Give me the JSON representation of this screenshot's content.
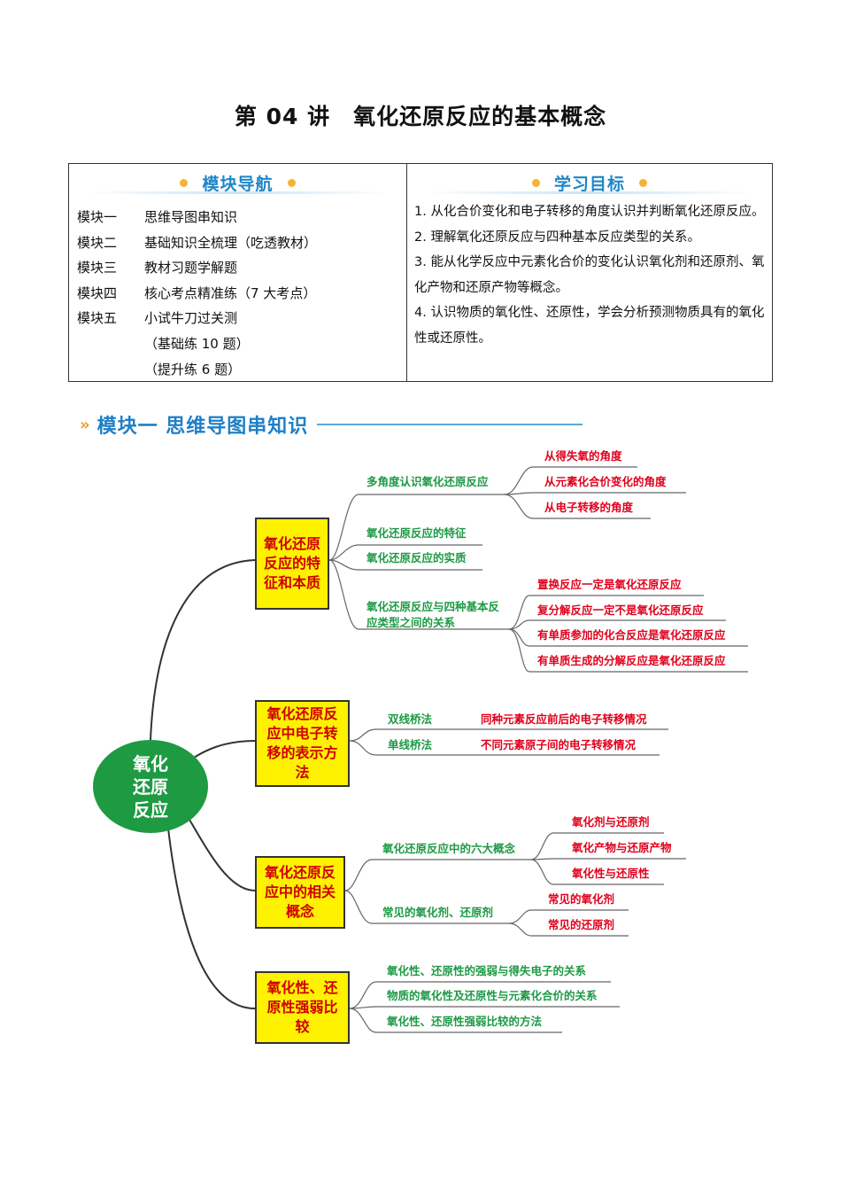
{
  "title": "第 04 讲　氧化还原反应的基本概念",
  "nav": {
    "heading": "模块导航",
    "items": [
      {
        "key": "模块一",
        "text": "思维导图串知识"
      },
      {
        "key": "模块二",
        "text": "基础知识全梳理（吃透教材）"
      },
      {
        "key": "模块三",
        "text": "教材习题学解题"
      },
      {
        "key": "模块四",
        "text": "核心考点精准练（7 大考点）"
      },
      {
        "key": "模块五",
        "text": "小试牛刀过关测"
      },
      {
        "key": "",
        "text": "（基础练 10 题）"
      },
      {
        "key": "",
        "text": "（提升练 6 题）"
      }
    ]
  },
  "goals": {
    "heading": "学习目标",
    "items": [
      "1. 从化合价变化和电子转移的角度认识并判断氧化还原反应。",
      "2. 理解氧化还原反应与四种基本反应类型的关系。",
      "3. 能从化学反应中元素化合价的变化认识氧化剂和还原剂、氧化产物和还原产物等概念。",
      "4. 认识物质的氧化性、还原性，学会分析预测物质具有的氧化性或还原性。"
    ]
  },
  "section1": {
    "chevrons": "»",
    "title": "模块一  思维导图串知识"
  },
  "mindmap": {
    "center": "氧化\n还原\n反应",
    "branch1": {
      "label": "氧化还原反应的特征和本质",
      "sub1": "多角度认识氧化还原反应",
      "sub1_items": [
        "从得失氧的角度",
        "从元素化合价变化的角度",
        "从电子转移的角度"
      ],
      "sub2": "氧化还原反应的特征",
      "sub3": "氧化还原反应的实质",
      "sub4": "氧化还原反应与四种基本反应类型之间的关系",
      "sub4_items": [
        "置换反应一定是氧化还原反应",
        "复分解反应一定不是氧化还原反应",
        "有单质参加的化合反应是氧化还原反应",
        "有单质生成的分解反应是氧化还原反应"
      ]
    },
    "branch2": {
      "label": "氧化还原反应中电子转移的表示方法",
      "sub1": "双线桥法",
      "sub1_item": "同种元素反应前后的电子转移情况",
      "sub2": "单线桥法",
      "sub2_item": "不同元素原子间的电子转移情况"
    },
    "branch3": {
      "label": "氧化还原反应中的相关概念",
      "sub1": "氧化还原反应中的六大概念",
      "sub1_items": [
        "氧化剂与还原剂",
        "氧化产物与还原产物",
        "氧化性与还原性"
      ],
      "sub2": "常见的氧化剂、还原剂",
      "sub2_items": [
        "常见的氧化剂",
        "常见的还原剂"
      ]
    },
    "branch4": {
      "label": "氧化性、还原性强弱比较",
      "items": [
        "氧化性、还原性的强弱与得失电子的关系",
        "物质的氧化性及还原性与元素化合价的关系",
        "氧化性、还原性强弱比较的方法"
      ]
    }
  },
  "colors": {
    "center": "#1e9a42",
    "box": "#fff200",
    "box_text": "#d00000",
    "green_text": "#1d9a45",
    "red_text": "#e0001b",
    "heading": "#1f86c8"
  }
}
